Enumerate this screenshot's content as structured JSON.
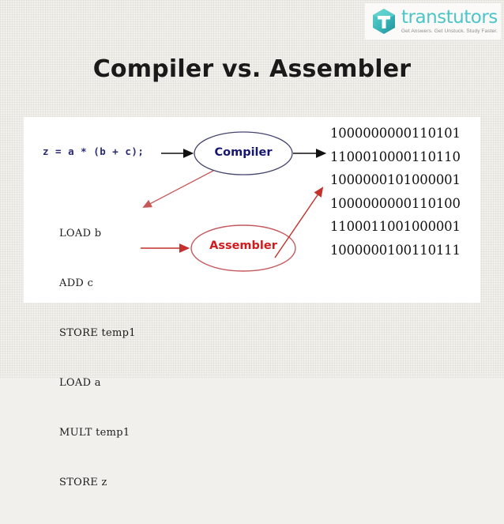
{
  "slide": {
    "title": "Compiler vs. Assembler",
    "background_color": "#f2f0eb",
    "panel_color": "#ffffff"
  },
  "logo": {
    "wordmark": "transtutors",
    "tagline": "Get Answers. Get Unstuck. Study Faster.",
    "mark_icon": "hexagon-t-icon",
    "brand_color": "#4cc5c8"
  },
  "diagram": {
    "source_code": "z = a * (b + c);",
    "source_code_color": "#2a2a7a",
    "assembly": [
      "LOAD b",
      "ADD c",
      "STORE temp1",
      "LOAD a",
      "MULT temp1",
      "STORE z"
    ],
    "binary": [
      "1000000000110101",
      "1100010000110110",
      "1000000101000001",
      "1000000000110100",
      "1100011001000001",
      "1000000100110111"
    ],
    "nodes": [
      {
        "id": "compiler",
        "label": "Compiler",
        "text_color": "#161670",
        "outline_color": "#44446e"
      },
      {
        "id": "assembler",
        "label": "Assembler",
        "text_color": "#d2191c",
        "outline_color": "#c4595c"
      }
    ],
    "arrows": [
      {
        "name": "source-to-compiler",
        "color": "#111111"
      },
      {
        "name": "compiler-to-binary",
        "color": "#111111"
      },
      {
        "name": "compiler-to-assembly",
        "color": "#b05a5a"
      },
      {
        "name": "assembly-to-assembler",
        "color": "#c4302b"
      },
      {
        "name": "assembler-to-binary",
        "color": "#c4302b"
      }
    ]
  }
}
